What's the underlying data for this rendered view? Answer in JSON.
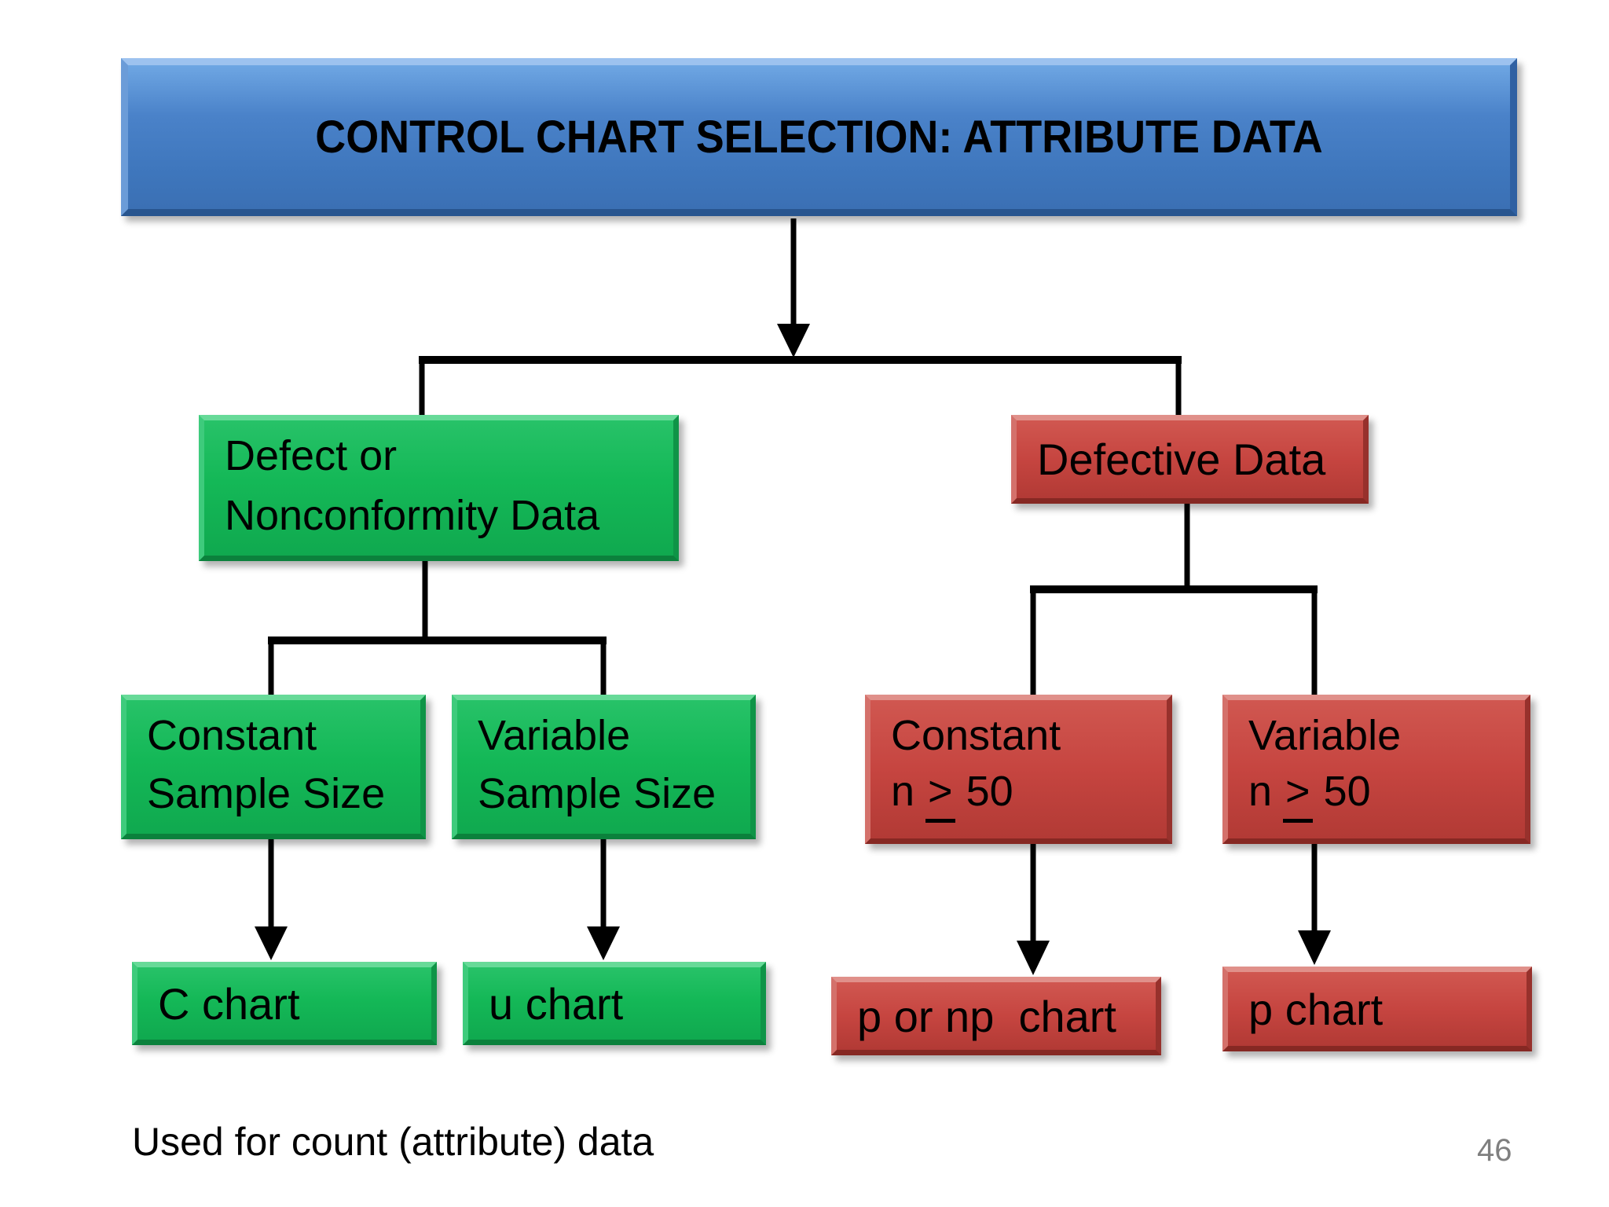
{
  "slide": {
    "title": "CONTROL CHART SELECTION: ATTRIBUTE DATA",
    "caption": "Used for count (attribute) data",
    "page_number": "46"
  },
  "colors": {
    "banner_blue": "#4a82c9",
    "node_green": "#14b857",
    "node_red": "#c64540",
    "connector_black": "#000000",
    "page_number_gray": "#7f7f7f"
  },
  "nodes": {
    "defect": {
      "line1": "Defect or",
      "line2": "Nonconformity Data"
    },
    "defective": {
      "label": "Defective Data"
    },
    "green_constant": {
      "line1": "Constant",
      "line2": "Sample Size"
    },
    "green_variable": {
      "line1": "Variable",
      "line2": "Sample Size"
    },
    "red_constant": {
      "line1": "Constant",
      "n_label": "n",
      "ge_symbol": ">",
      "value": "50"
    },
    "red_variable": {
      "line1": "Variable",
      "n_label": "n",
      "ge_symbol": ">",
      "value": "50"
    },
    "c_chart": {
      "label": "C chart"
    },
    "u_chart": {
      "label": "u chart"
    },
    "p_np_chart": {
      "label": "p or np  chart"
    },
    "p_chart": {
      "label": "p chart"
    }
  }
}
